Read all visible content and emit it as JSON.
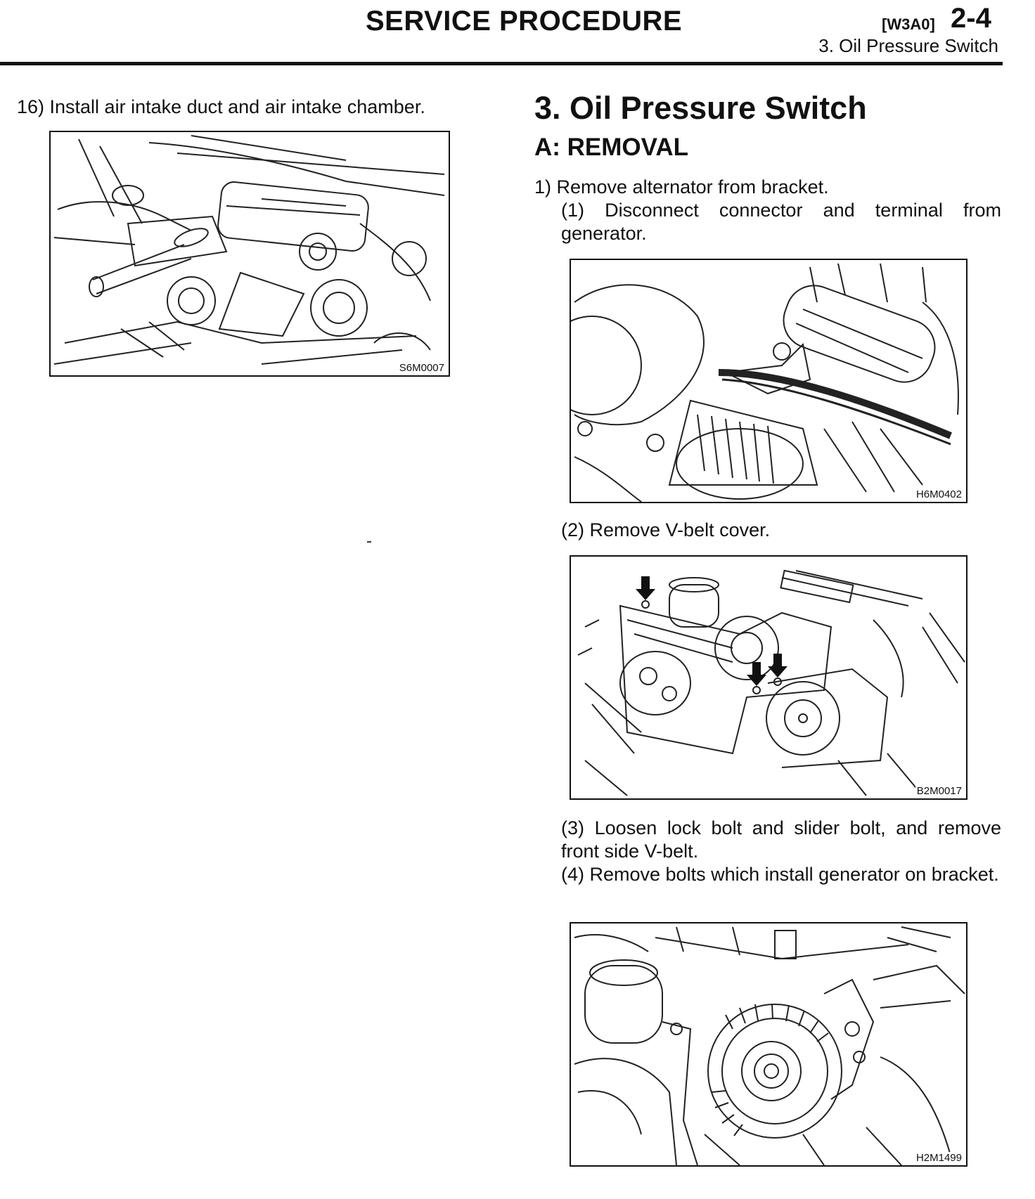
{
  "header": {
    "title": "SERVICE PROCEDURE",
    "code": "[W3A0]",
    "page": "2-4",
    "subtitle": "3.  Oil Pressure Switch"
  },
  "left_column": {
    "step16": "16)  Install air intake duct and air intake chamber.",
    "figure_code": "S6M0007"
  },
  "right_column": {
    "section_title": "3.  Oil Pressure Switch",
    "subsection_title": "A:  REMOVAL",
    "step1": "1)  Remove alternator from bracket.",
    "sub1": "(1)  Disconnect connector and terminal from generator.",
    "figure1_code": "H6M0402",
    "sub2": "(2)  Remove V-belt cover.",
    "figure2_code": "B2M0017",
    "sub3": "(3)  Loosen lock bolt and slider bolt, and remove front side V-belt.",
    "sub4": "(4)  Remove bolts which install generator on bracket.",
    "figure3_code": "H2M1499"
  }
}
